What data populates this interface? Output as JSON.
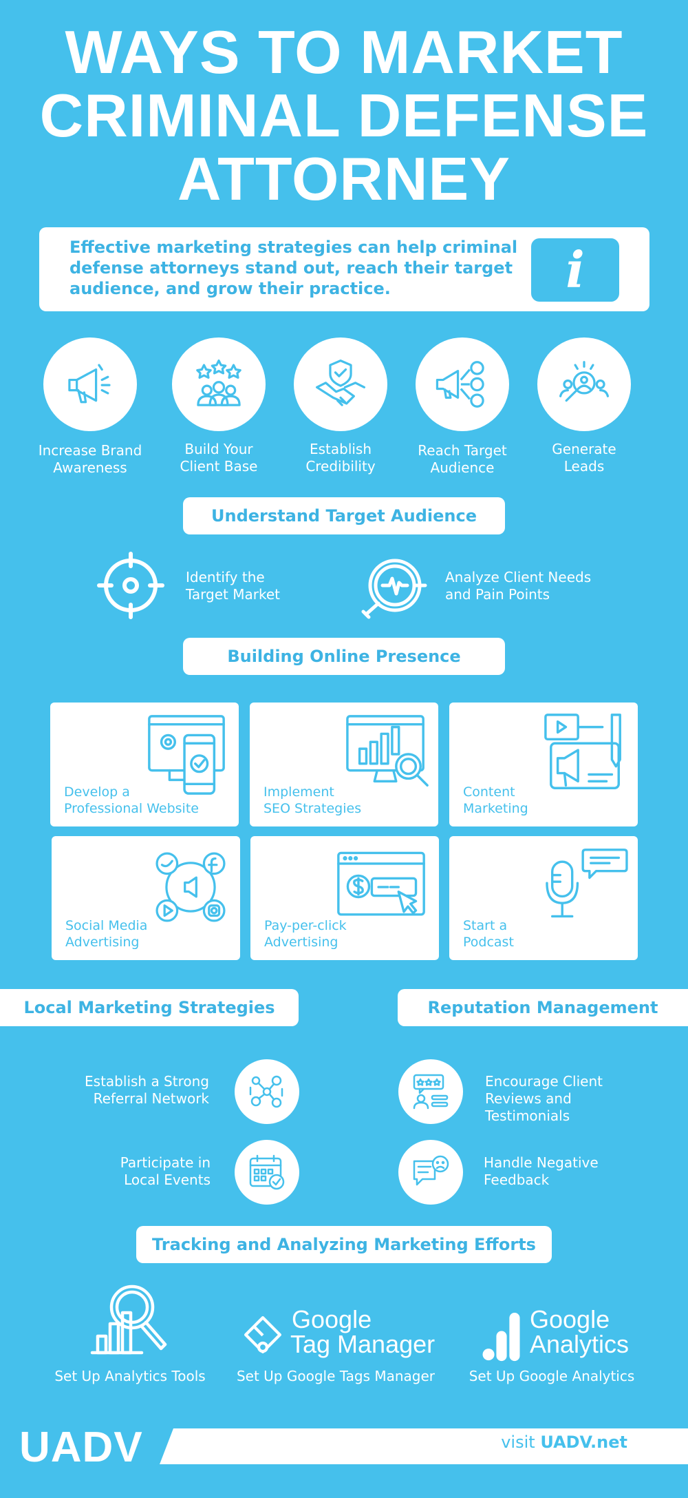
{
  "title": {
    "line1": "WAYS TO MARKET",
    "line2": "CRIMINAL DEFENSE",
    "line3": "ATTORNEY"
  },
  "intro": {
    "text": "Effective marketing strategies can help criminal defense attorneys stand out, reach their target audience, and grow their practice.",
    "badge": "i"
  },
  "goals": [
    {
      "line1": "Increase Brand",
      "line2": "Awareness",
      "icon": "megaphone-icon"
    },
    {
      "line1": "Build Your",
      "line2": "Client Base",
      "icon": "client-group-icon"
    },
    {
      "line1": "Establish",
      "line2": "Credibility",
      "icon": "handshake-shield-icon"
    },
    {
      "line1": "Reach Target",
      "line2": "Audience",
      "icon": "megaphone-audience-icon"
    },
    {
      "line1": "Generate",
      "line2": "Leads",
      "icon": "lead-search-icon"
    }
  ],
  "section_target": {
    "heading": "Understand Target Audience",
    "items": [
      {
        "line1": "Identify the",
        "line2": "Target Market",
        "icon": "target-icon"
      },
      {
        "line1": "Analyze Client Needs",
        "line2": "and Pain Points",
        "icon": "pulse-magnifier-icon"
      }
    ]
  },
  "section_online": {
    "heading": "Building Online Presence",
    "cards": [
      {
        "line1": "Develop a",
        "line2": "Professional Website",
        "icon": "website-devices-icon"
      },
      {
        "line1": "Implement",
        "line2": "SEO Strategies",
        "icon": "seo-chart-icon"
      },
      {
        "line1": "Content",
        "line2": "Marketing",
        "icon": "content-marketing-icon"
      },
      {
        "line1": "Social Media",
        "line2": "Advertising",
        "icon": "social-media-icon"
      },
      {
        "line1": "Pay-per-click",
        "line2": "Advertising",
        "icon": "pay-per-click-icon"
      },
      {
        "line1": "Start a",
        "line2": "Podcast",
        "icon": "podcast-mic-icon"
      }
    ]
  },
  "section_local": {
    "heading": "Local Marketing Strategies",
    "items": [
      {
        "line1": "Establish a Strong",
        "line2": "Referral Network",
        "icon": "referral-network-icon"
      },
      {
        "line1": "Participate in",
        "line2": "Local Events",
        "icon": "calendar-icon"
      }
    ]
  },
  "section_reputation": {
    "heading": "Reputation Management",
    "items": [
      {
        "line1": "Encourage Client",
        "line2": "Reviews and",
        "line3": "Testimonials",
        "icon": "review-stars-icon"
      },
      {
        "line1": "Handle Negative",
        "line2": "Feedback",
        "icon": "negative-feedback-icon"
      }
    ]
  },
  "section_tracking": {
    "heading": "Tracking and Analyzing Marketing Efforts",
    "items": [
      {
        "label": "Set Up Analytics Tools",
        "icon": "analytics-magnifier-icon"
      },
      {
        "label": "Set Up Google Tags Manager",
        "logo_line1": "Google",
        "logo_line2": "Tag Manager",
        "icon": "tag-manager-logo-icon"
      },
      {
        "label": "Set Up Google Analytics",
        "logo_line1": "Google",
        "logo_line2": "Analytics",
        "icon": "google-analytics-logo-icon"
      }
    ]
  },
  "footer": {
    "logo": "UADV",
    "visit_prefix": "visit",
    "visit_site": "UADV.net"
  },
  "colors": {
    "background": "#45c0ec",
    "accent_text": "#3db3e3",
    "white": "#ffffff"
  }
}
